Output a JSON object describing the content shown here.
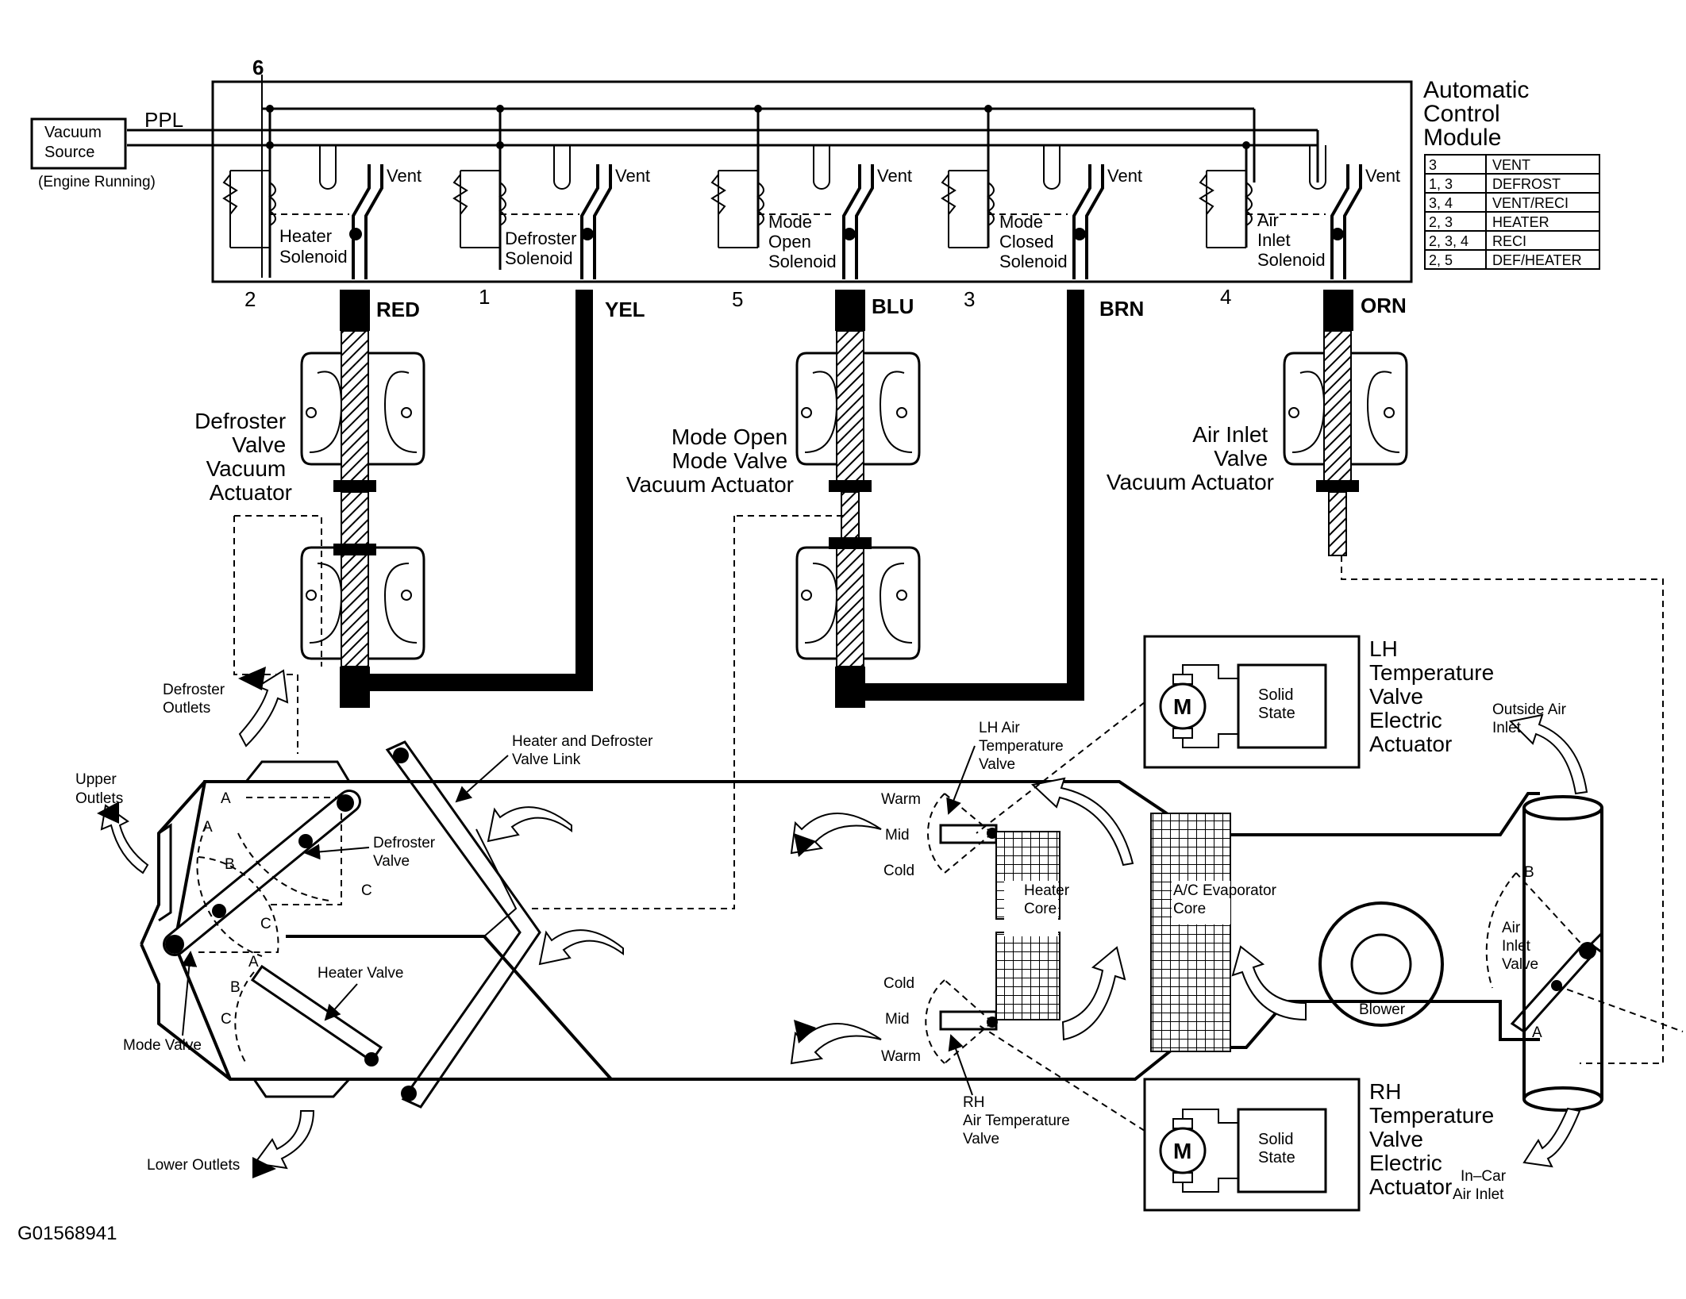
{
  "module": {
    "title_lines": [
      "Automatic",
      "Control",
      "Module"
    ],
    "ports": [
      "6",
      "2",
      "1",
      "5",
      "3",
      "4"
    ],
    "vent_label": "Vent",
    "solenoids": [
      [
        "Heater",
        "Solenoid"
      ],
      [
        "Defroster",
        "Solenoid"
      ],
      [
        "Mode",
        "Open",
        "Solenoid"
      ],
      [
        "Mode",
        "Closed",
        "Solenoid"
      ],
      [
        "Air",
        "Inlet",
        "Solenoid"
      ]
    ],
    "mode_table": [
      {
        "ports": "3",
        "mode": "VENT"
      },
      {
        "ports": "1, 3",
        "mode": "DEFROST"
      },
      {
        "ports": "3, 4",
        "mode": "VENT/RECI"
      },
      {
        "ports": "2, 3",
        "mode": "HEATER"
      },
      {
        "ports": "2, 3, 4",
        "mode": "RECI"
      },
      {
        "ports": "2, 5",
        "mode": "DEF/HEATER"
      }
    ]
  },
  "vacuum_source": {
    "lines": [
      "Vacuum",
      "Source"
    ],
    "note": "(Engine Running)",
    "line_color": "PPL"
  },
  "hose_colors": [
    "RED",
    "YEL",
    "BLU",
    "BRN",
    "ORN"
  ],
  "actuators": {
    "defroster": [
      "Defroster",
      "Valve",
      "Vacuum",
      "Actuator"
    ],
    "mode": [
      "Mode Open",
      "Mode Valve",
      "Vacuum Actuator"
    ],
    "air_inlet": [
      "Air Inlet",
      "Valve",
      "Vacuum Actuator"
    ]
  },
  "temp_actuators": {
    "lh": [
      "LH",
      "Temperature",
      "Valve",
      "Electric",
      "Actuator"
    ],
    "rh": [
      "RH",
      "Temperature",
      "Valve",
      "Electric",
      "Actuator"
    ],
    "motor": "M",
    "solid_state": [
      "Solid",
      "State"
    ]
  },
  "case_labels": {
    "defroster_outlets": [
      "Defroster",
      "Outlets"
    ],
    "upper_outlets": [
      "Upper",
      "Outlets"
    ],
    "lower_outlets": "Lower Outlets",
    "heater_defroster_link": [
      "Heater and Defroster",
      "Valve Link"
    ],
    "defroster_valve": [
      "Defroster",
      "Valve"
    ],
    "heater_valve": "Heater Valve",
    "mode_valve": "Mode Valve",
    "lh_air_temp_valve": [
      "LH Air",
      "Temperature",
      "Valve"
    ],
    "rh_air_temp_valve": [
      "RH",
      "Air Temperature",
      "Valve"
    ],
    "heater_core": [
      "Heater",
      "Core"
    ],
    "evaporator_core": [
      "A/C Evaporator",
      "Core"
    ],
    "blower": "Blower",
    "air_inlet_valve": [
      "Air",
      "Inlet",
      "Valve"
    ],
    "outside_air_inlet": [
      "Outside Air",
      "Inlet"
    ],
    "in_car_air_inlet": [
      "In–Car",
      "Air Inlet"
    ],
    "warm": "Warm",
    "mid": "Mid",
    "cold": "Cold",
    "a": "A",
    "b": "B",
    "c": "C"
  },
  "figure_id": "G01568941"
}
